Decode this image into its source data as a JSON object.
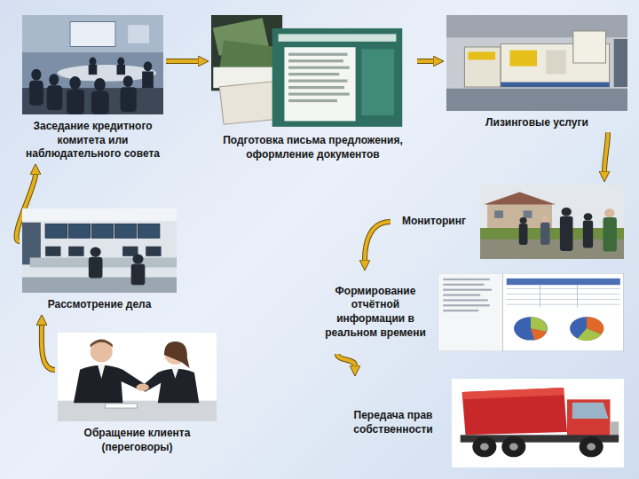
{
  "diagram": {
    "nodes": [
      {
        "text": [
          "Заседание кредитного комитета или наблюдательного совета"
        ]
      },
      {
        "text": [
          "Подготовка письма предложения, оформление документов"
        ]
      },
      {
        "text": [
          "Лизинговые услуги"
        ]
      },
      {
        "text": [
          "Мониторинг"
        ]
      },
      {
        "text": [
          "Рассмотрение дела"
        ]
      },
      {
        "text": [
          "Формирование отчётной информации в реальном времени"
        ]
      },
      {
        "text": [
          "Обращение клиента (переговоры)"
        ]
      },
      {
        "text": [
          "Передача прав собственности"
        ]
      }
    ],
    "edges": [
      {
        "from": 6,
        "to": 4,
        "arrow": "to"
      },
      {
        "from": 4,
        "to": 0,
        "arrow": "to"
      },
      {
        "from": 0,
        "to": 1,
        "arrow": "to"
      },
      {
        "from": 1,
        "to": 2,
        "arrow": "to"
      },
      {
        "from": 2,
        "to": 3,
        "arrow": "to"
      },
      {
        "from": 3,
        "to": 5,
        "arrow": "to"
      },
      {
        "from": 5,
        "to": 7,
        "arrow": "to"
      }
    ]
  }
}
